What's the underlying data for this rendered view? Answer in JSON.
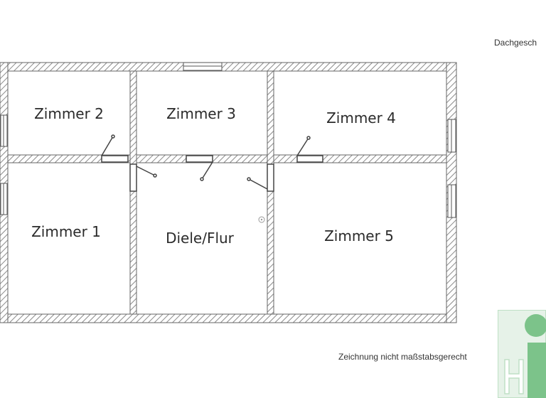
{
  "header": {
    "floor_label": "Dachgesch"
  },
  "rooms": {
    "zimmer1": "Zimmer 1",
    "zimmer2": "Zimmer 2",
    "zimmer3": "Zimmer 3",
    "zimmer4": "Zimmer 4",
    "zimmer5": "Zimmer 5",
    "diele": "Diele/Flur"
  },
  "note": {
    "scale": "Zeichnung nicht maßstabsgerecht"
  },
  "colors": {
    "wall_outline": "#666666",
    "wall_hatch": "#8a8a8a",
    "logo_green": "#7cc38a",
    "logo_bg": "#e6f2e8"
  },
  "icons": [
    "door-swing-icon",
    "window-icon",
    "company-logo"
  ]
}
